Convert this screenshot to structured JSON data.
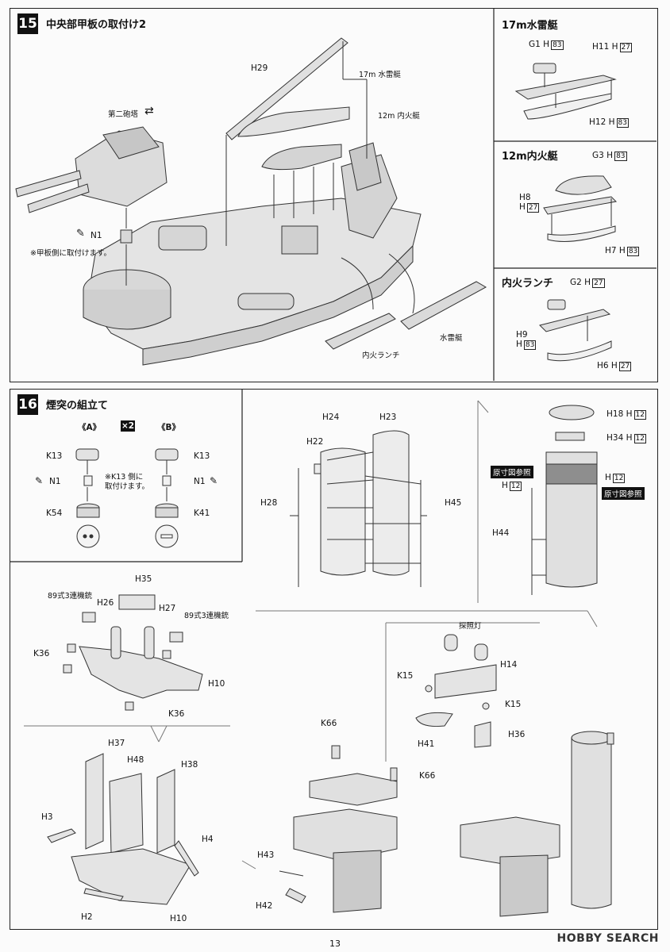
{
  "step15": {
    "number": "15",
    "title": "中央部甲板の取付け2",
    "labels": {
      "h29": "H29",
      "torpedo_boat_17m": "17m 水雷艇",
      "launch_12m": "12m 内火艇",
      "turret2": "第二砲塔",
      "n1": "N1",
      "n1_note": "※甲板側に取付けます。",
      "motor_launch": "内火ランチ",
      "torpedo_boat": "水雷艇"
    },
    "sub_17m": {
      "title": "17m水雷艇",
      "g1": "G1",
      "g1_code": "83",
      "h11": "H11",
      "h11_code": "27",
      "h12": "H12",
      "h12_code": "83"
    },
    "sub_12m": {
      "title": "12m内火艇",
      "g3": "G3",
      "g3_code": "83",
      "h8": "H8",
      "h8_code": "27",
      "h7": "H7",
      "h7_code": "83"
    },
    "sub_launch": {
      "title": "内火ランチ",
      "g2": "G2",
      "g2_code": "27",
      "h9": "H9",
      "h9_code": "83",
      "h6": "H6",
      "h6_code": "27"
    }
  },
  "step16": {
    "number": "16",
    "title": "煙突の組立て",
    "variant_a": "《A》",
    "variant_b": "《B》",
    "times2": "×2",
    "labels": {
      "k13_a": "K13",
      "k13_b": "K13",
      "n1_a": "N1",
      "n1_b": "N1",
      "k13_note": "※K13 側に\n取付けます。",
      "k54": "K54",
      "k41": "K41",
      "h24": "H24",
      "h23": "H23",
      "h22": "H22",
      "h28": "H28",
      "h45": "H45",
      "h18": "H18",
      "h18_code": "12",
      "h34": "H34",
      "h34_code": "12",
      "ref1": "原寸図参照",
      "ref2": "原寸図参照",
      "h_left": "H",
      "h_left_code": "12",
      "h_right": "H",
      "h_right_code": "12",
      "h44": "H44",
      "h35": "H35",
      "mg_left": "89式3連機銃",
      "mg_right": "89式3連機銃",
      "h26": "H26",
      "h27": "H27",
      "k36_a": "K36",
      "k36_b": "K36",
      "h10_a": "H10",
      "searchlight": "探照灯",
      "h14": "H14",
      "k15_a": "K15",
      "k15_b": "K15",
      "h41": "H41",
      "h36": "H36",
      "h37": "H37",
      "h48": "H48",
      "h38": "H38",
      "h3": "H3",
      "h4": "H4",
      "h2": "H2",
      "h10_b": "H10",
      "k66_a": "K66",
      "k66_b": "K66",
      "h43": "H43",
      "h42": "H42"
    }
  },
  "footer": {
    "page": "13",
    "brand": "HOBBY SEARCH"
  }
}
